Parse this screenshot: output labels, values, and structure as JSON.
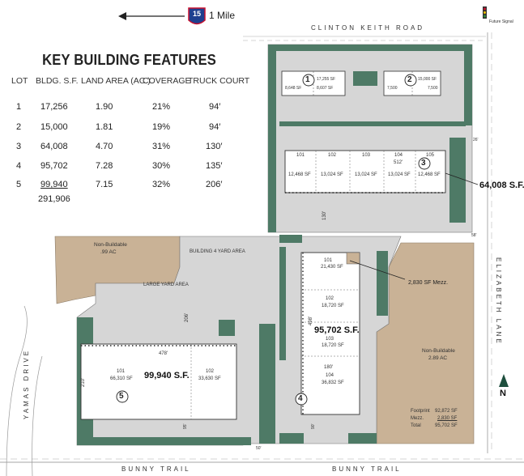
{
  "key_features": {
    "title": "KEY BUILDING FEATURES",
    "columns": [
      "LOT",
      "BLDG. S.F.",
      "LAND AREA (AC.)",
      "COVERAGE",
      "TRUCK COURT"
    ],
    "rows": [
      {
        "lot": "1",
        "sf": "17,256",
        "area": "1.90",
        "coverage": "21%",
        "truck": "94′"
      },
      {
        "lot": "2",
        "sf": "15,000",
        "area": "1.81",
        "coverage": "19%",
        "truck": "94′"
      },
      {
        "lot": "3",
        "sf": "64,008",
        "area": "4.70",
        "coverage": "31%",
        "truck": "130′"
      },
      {
        "lot": "4",
        "sf": "95,702",
        "area": "7.28",
        "coverage": "30%",
        "truck": "135′"
      },
      {
        "lot": "5",
        "sf": "99,940",
        "area": "7.15",
        "coverage": "32%",
        "truck": "206′"
      }
    ],
    "total_sf": "291,906"
  },
  "directions": {
    "freeway_shield": "15",
    "distance": "1 Mile"
  },
  "roads": {
    "north": "CLINTON KEITH ROAD",
    "east": "ELIZABETH LANE",
    "west": "YAMAS DRIVE",
    "south_left": "BUNNY TRAIL",
    "south_right": "BUNNY TRAIL",
    "signal": "Future Signal"
  },
  "lots": {
    "lot1": {
      "number": "1",
      "sf": "17,255 SF",
      "left_sf": "8,648 SF",
      "right_sf": "8,607 SF"
    },
    "lot2": {
      "number": "2",
      "sf": "15,000 SF",
      "left_sf": "7,500",
      "right_sf": "7,500"
    },
    "lot3": {
      "number": "3",
      "units": [
        "101",
        "102",
        "103",
        "104",
        "105"
      ],
      "unit_sf": [
        "12,468 SF",
        "13,024 SF",
        "13,024 SF",
        "13,024 SF",
        "12,468 SF"
      ],
      "width": "512'",
      "truck": "130'",
      "total": "64,008 S.F."
    },
    "lot4": {
      "number": "4",
      "units": [
        {
          "id": "101",
          "sf": "21,430 SF"
        },
        {
          "id": "102",
          "sf": "18,720 SF"
        },
        {
          "id": "103",
          "sf": "18,720 SF"
        },
        {
          "id": "104",
          "sf": "36,832 SF"
        }
      ],
      "total": "95,702 S.F.",
      "depth": "498'",
      "width": "180'",
      "mezz_callout": "2,830 SF Mezz.",
      "summary": [
        {
          "label": "Footprint",
          "value": "92,872 SF"
        },
        {
          "label": "Mezz.",
          "value": "2,830 SF"
        },
        {
          "label": "Total",
          "value": "95,702 SF"
        }
      ]
    },
    "lot5": {
      "number": "5",
      "units": [
        {
          "id": "101",
          "sf": "66,310 SF"
        },
        {
          "id": "102",
          "sf": "33,630 SF"
        }
      ],
      "total": "99,940 S.F.",
      "width": "478'",
      "depth": "210'",
      "yard_depth": "206'"
    }
  },
  "areas": {
    "nonbuild_w_title": "Non-Buildable",
    "nonbuild_w_size": ".99 AC",
    "nonbuild_e_title": "Non-Buildable",
    "nonbuild_e_size": "2.89 AC",
    "building4_yard": "BUILDING 4 YARD AREA",
    "large_yard": "LARGE YARD AREA"
  },
  "dims": {
    "bottom_gap": "50'",
    "lot4_driveway": "90'",
    "lot5_driveway": "95'",
    "east_setback": "58'",
    "north_setback": "26'"
  },
  "north_arrow": "N",
  "colors": {
    "landscape": "#4e7a66",
    "paving": "#d9d9d9",
    "nonbuild": "#cbb59a",
    "building": "#ffffff"
  }
}
